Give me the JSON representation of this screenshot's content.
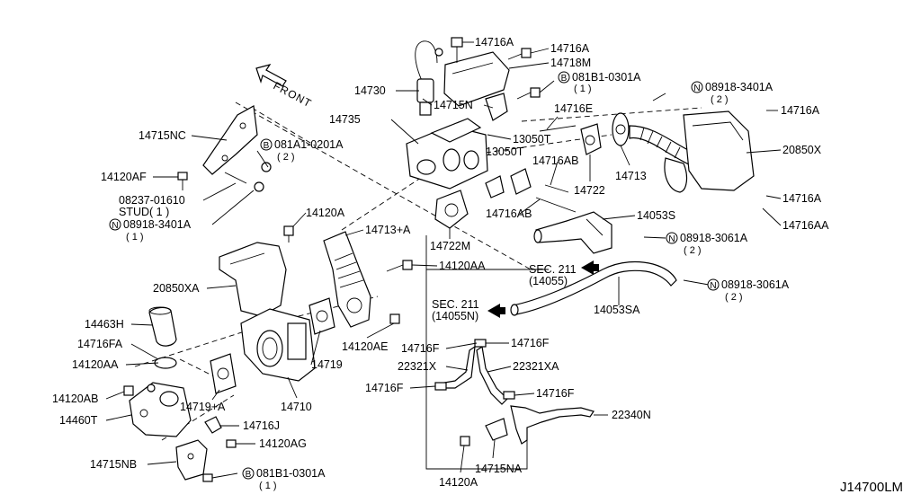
{
  "front_label": "FRONT",
  "diagram_ref": "J14700LM",
  "callouts": [
    {
      "id": "14716A_top1",
      "text": "14716A"
    },
    {
      "id": "14716A_top2",
      "text": "14716A"
    },
    {
      "id": "14718M",
      "text": "14718M"
    },
    {
      "id": "081B1_top",
      "text": "081B1-0301A",
      "prefix": "B",
      "qty": "( 1 )"
    },
    {
      "id": "14730",
      "text": "14730"
    },
    {
      "id": "14715N",
      "text": "14715N"
    },
    {
      "id": "08918_top",
      "text": "08918-3401A",
      "prefix": "N",
      "qty": "( 2 )"
    },
    {
      "id": "14716A_right1",
      "text": "14716A"
    },
    {
      "id": "14735",
      "text": "14735"
    },
    {
      "id": "14716E",
      "text": "14716E"
    },
    {
      "id": "13050T_a",
      "text": "13050T"
    },
    {
      "id": "13050T_b",
      "text": "13050T"
    },
    {
      "id": "20850X",
      "text": "20850X"
    },
    {
      "id": "14715NC",
      "text": "14715NC"
    },
    {
      "id": "081A1",
      "text": "081A1-0201A",
      "prefix": "B",
      "qty": "( 2 )"
    },
    {
      "id": "14716AB_a",
      "text": "14716AB"
    },
    {
      "id": "14713",
      "text": "14713"
    },
    {
      "id": "14722",
      "text": "14722"
    },
    {
      "id": "14120AF",
      "text": "14120AF"
    },
    {
      "id": "14716A_right2",
      "text": "14716A"
    },
    {
      "id": "08237",
      "text": "08237-01610"
    },
    {
      "id": "stud",
      "text": "STUD( 1 )"
    },
    {
      "id": "14716AA",
      "text": "14716AA"
    },
    {
      "id": "08918_left",
      "text": "08918-3401A",
      "prefix": "N",
      "qty": "( 1 )"
    },
    {
      "id": "14716AB_b",
      "text": "14716AB"
    },
    {
      "id": "14053S",
      "text": "14053S"
    },
    {
      "id": "14120A_mid",
      "text": "14120A"
    },
    {
      "id": "14713A",
      "text": "14713+A"
    },
    {
      "id": "14722M",
      "text": "14722M"
    },
    {
      "id": "08918_3061_a",
      "text": "08918-3061A",
      "prefix": "N",
      "qty": "( 2 )"
    },
    {
      "id": "sec211_a",
      "text": "SEC. 211",
      "qty": "(14055)"
    },
    {
      "id": "14120AA_mid",
      "text": "14120AA"
    },
    {
      "id": "08918_3061_b",
      "text": "08918-3061A",
      "prefix": "N",
      "qty": "( 2 )"
    },
    {
      "id": "20850XA",
      "text": "20850XA"
    },
    {
      "id": "sec211_b",
      "text": "SEC. 211",
      "qty": "(14055N)"
    },
    {
      "id": "14053SA",
      "text": "14053SA"
    },
    {
      "id": "14463H",
      "text": "14463H"
    },
    {
      "id": "14716FA",
      "text": "14716FA"
    },
    {
      "id": "14120AE",
      "text": "14120AE"
    },
    {
      "id": "14716F_a",
      "text": "14716F"
    },
    {
      "id": "14716F_b",
      "text": "14716F"
    },
    {
      "id": "14120AA_left",
      "text": "14120AA"
    },
    {
      "id": "14719",
      "text": "14719"
    },
    {
      "id": "22321X",
      "text": "22321X"
    },
    {
      "id": "22321XA",
      "text": "22321XA"
    },
    {
      "id": "14120AB",
      "text": "14120AB"
    },
    {
      "id": "14716F_c",
      "text": "14716F"
    },
    {
      "id": "14716F_d",
      "text": "14716F"
    },
    {
      "id": "14719A",
      "text": "14719+A"
    },
    {
      "id": "14710",
      "text": "14710"
    },
    {
      "id": "14460T",
      "text": "14460T"
    },
    {
      "id": "14716J",
      "text": "14716J"
    },
    {
      "id": "22340N",
      "text": "22340N"
    },
    {
      "id": "14120AG",
      "text": "14120AG"
    },
    {
      "id": "14715NB",
      "text": "14715NB"
    },
    {
      "id": "14715NA",
      "text": "14715NA"
    },
    {
      "id": "081B1_bot",
      "text": "081B1-0301A",
      "prefix": "B",
      "qty": "( 1 )"
    },
    {
      "id": "14120A_bot",
      "text": "14120A"
    }
  ]
}
